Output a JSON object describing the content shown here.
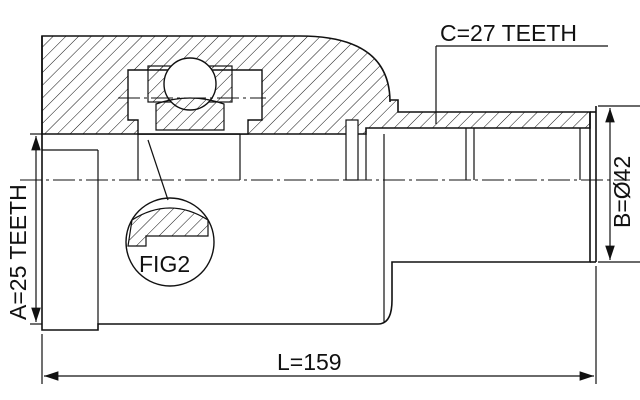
{
  "labels": {
    "spline_outer": "C=27 TEETH",
    "spline_inner": "A=25 TEETH",
    "diameter": "B=Ø42",
    "length": "L=159",
    "detail": "FIG2"
  }
}
